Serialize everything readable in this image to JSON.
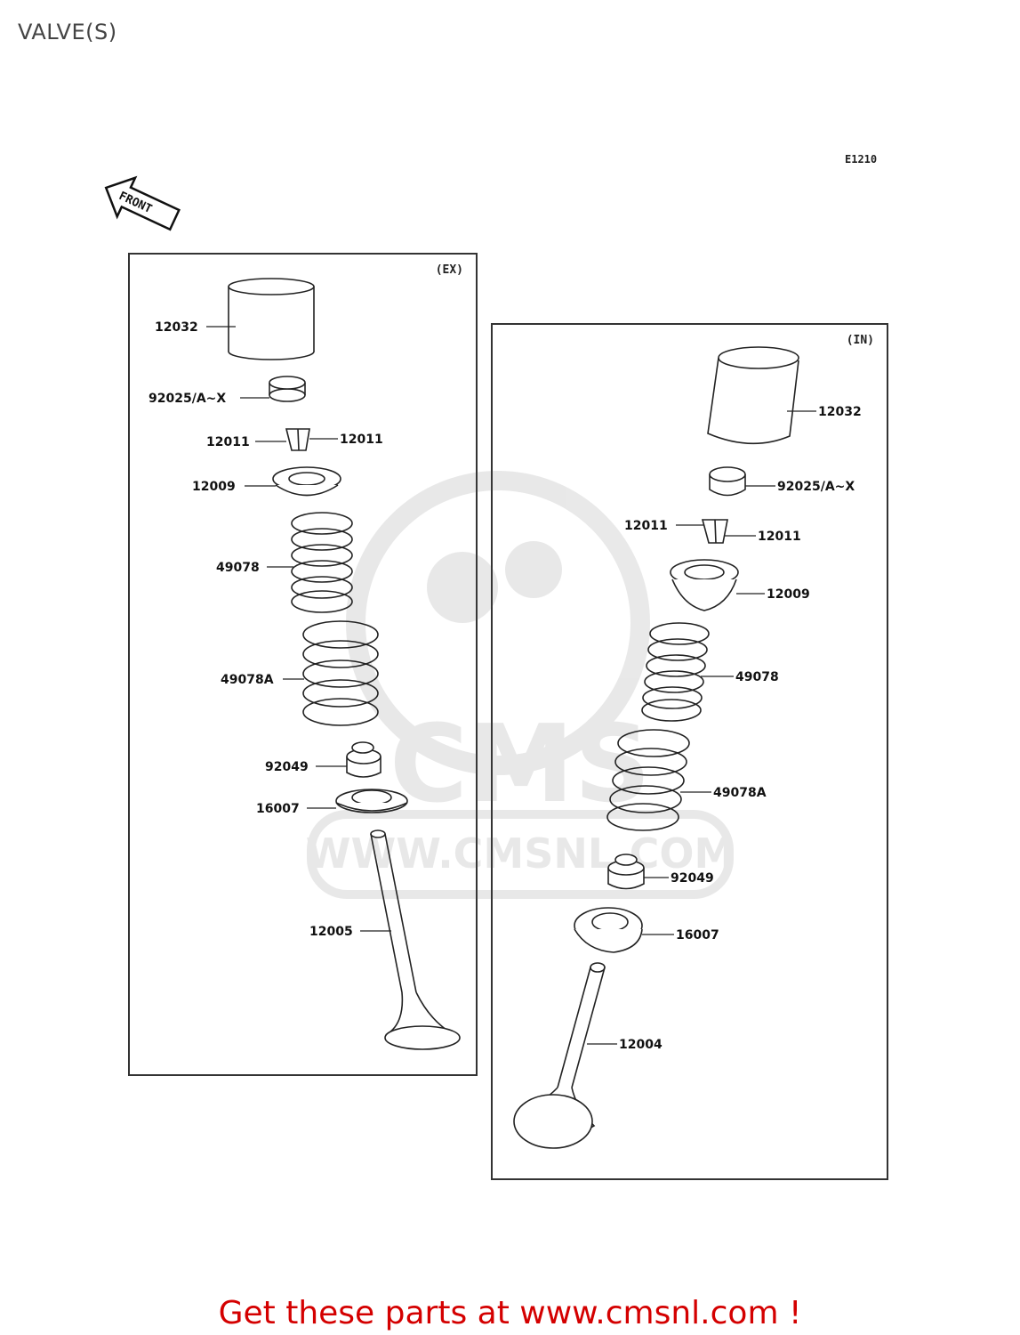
{
  "header": {
    "title": "VALVE(S)",
    "diagram_code": "E1210"
  },
  "orientation": {
    "label": "FRONT"
  },
  "watermark": {
    "brand": "CMS",
    "url": "WWW.CMSNL.COM"
  },
  "panels": {
    "exhaust": {
      "tag": "(EX)",
      "parts": [
        "12032",
        "92025/A~X",
        "12011",
        "12011",
        "12009",
        "49078",
        "49078A",
        "92049",
        "16007",
        "12005"
      ]
    },
    "intake": {
      "tag": "(IN)",
      "parts": [
        "12032",
        "92025/A~X",
        "12011",
        "12011",
        "12009",
        "49078",
        "49078A",
        "92049",
        "16007",
        "12004"
      ]
    }
  },
  "footer": {
    "cta": "Get these parts at www.cmsnl.com !",
    "color": "#d40000"
  }
}
